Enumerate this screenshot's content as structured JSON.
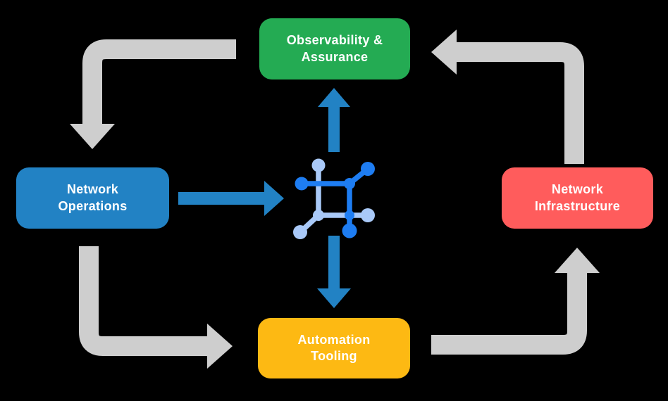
{
  "diagram": {
    "title": "",
    "background_color": "#000000",
    "nodes": [
      {
        "id": "observability",
        "label": "Observability &\nAssurance",
        "color": "#24ab53",
        "text_color": "#ffffff",
        "position": "top"
      },
      {
        "id": "operations",
        "label": "Network\nOperations",
        "color": "#2282c4",
        "text_color": "#ffffff",
        "position": "left"
      },
      {
        "id": "infrastructure",
        "label": "Network\nInfrastructure",
        "color": "#ff5c5c",
        "text_color": "#ffffff",
        "position": "right"
      },
      {
        "id": "automation",
        "label": "Automation\nTooling",
        "color": "#fdb913",
        "text_color": "#ffffff",
        "position": "bottom"
      }
    ],
    "center_icon": {
      "name": "network-mesh-icon",
      "color_primary": "#1e7df2",
      "color_secondary": "#a9c9f8"
    },
    "cycle_arrows": {
      "color": "#cecece",
      "flows": [
        {
          "from": "observability",
          "to": "operations"
        },
        {
          "from": "operations",
          "to": "automation"
        },
        {
          "from": "automation",
          "to": "infrastructure"
        },
        {
          "from": "infrastructure",
          "to": "observability"
        }
      ]
    },
    "center_arrows": {
      "color": "#2282c4",
      "flows": [
        {
          "from": "operations",
          "to": "center-icon",
          "direction": "right"
        },
        {
          "from": "center-icon",
          "to": "observability",
          "direction": "up"
        },
        {
          "from": "center-icon",
          "to": "automation",
          "direction": "down"
        }
      ]
    }
  }
}
